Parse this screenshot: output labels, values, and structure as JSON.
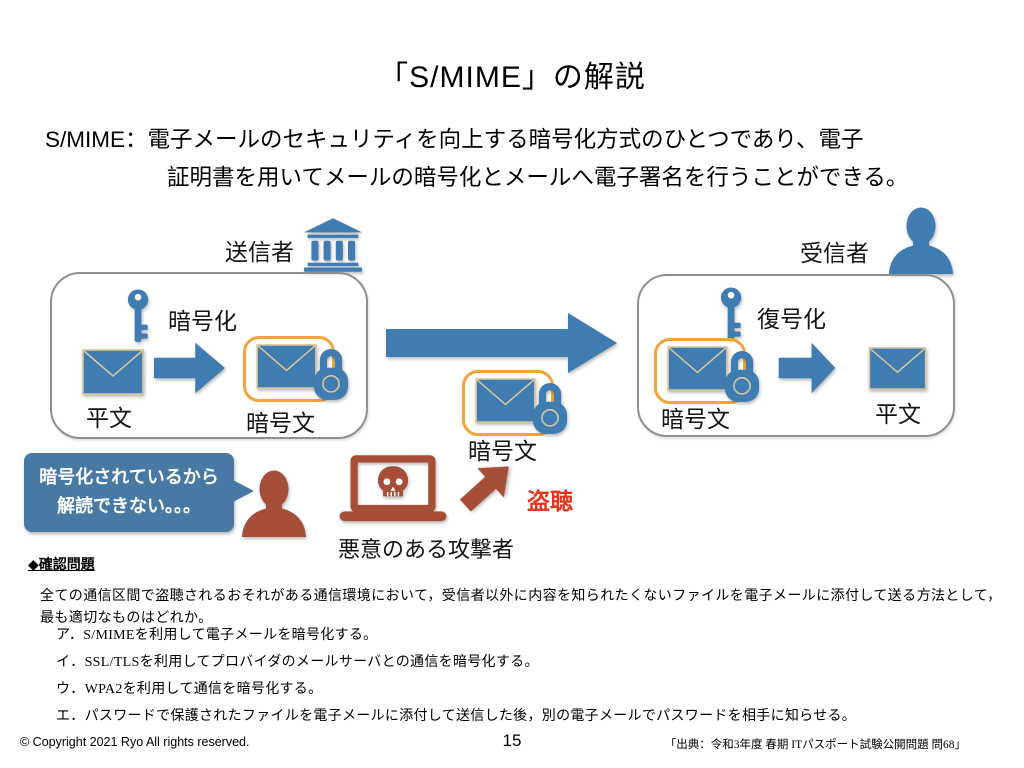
{
  "title": "「S/MIME」の解説",
  "description": {
    "line1": "S/MIME：電子メールのセキュリティを向上する暗号化方式のひとつであり、電子",
    "line2": "証明書を用いてメールの暗号化とメールへ電子署名を行うことができる。"
  },
  "diagram": {
    "sender_label": "送信者",
    "receiver_label": "受信者",
    "sender_box": {
      "encrypt_label": "暗号化",
      "plaintext_label": "平文",
      "ciphertext_label": "暗号文"
    },
    "transit": {
      "ciphertext_label": "暗号文"
    },
    "receiver_box": {
      "decrypt_label": "復号化",
      "ciphertext_label": "暗号文",
      "plaintext_label": "平文"
    },
    "speech_bubble": {
      "line1": "暗号化されているから",
      "line2": "解読できない。。。"
    },
    "eavesdrop_label": "盗聴",
    "attacker_label": "悪意のある攻撃者",
    "icons": {
      "sender": "bank-icon",
      "receiver": "person-icon",
      "encrypt_key": "key-icon",
      "mail": "envelope-icon",
      "lock": "padlock-icon",
      "attacker": "person-icon",
      "attack_tool": "laptop-skull-icon"
    },
    "colors": {
      "primary_blue": "#3e7cb1",
      "bubble_blue": "#4779a4",
      "attacker_red": "#a64e37",
      "eavesdrop_red": "#e23823",
      "highlight_orange": "#f3a43c",
      "box_border_gray": "#8f8f8f"
    }
  },
  "quiz": {
    "heading": "◆確認問題",
    "question_line1": "全ての通信区間で盗聴されるおそれがある通信環境において，受信者以外に内容を知られたくないファイルを電子メールに添付して送る方法として，",
    "question_line2": "最も適切なものはどれか。",
    "options": [
      "ア．S/MIMEを利用して電子メールを暗号化する。",
      "イ．SSL/TLSを利用してプロバイダのメールサーバとの通信を暗号化する。",
      "ウ．WPA2を利用して通信を暗号化する。",
      "エ．パスワードで保護されたファイルを電子メールに添付して送信した後，別の電子メールでパスワードを相手に知らせる。"
    ]
  },
  "footer": {
    "copyright": "© Copyright 2021  Ryo All rights reserved.",
    "page_number": "15",
    "source": "「出典：令和3年度 春期 ITパスポート試験公開問題 問68」"
  }
}
